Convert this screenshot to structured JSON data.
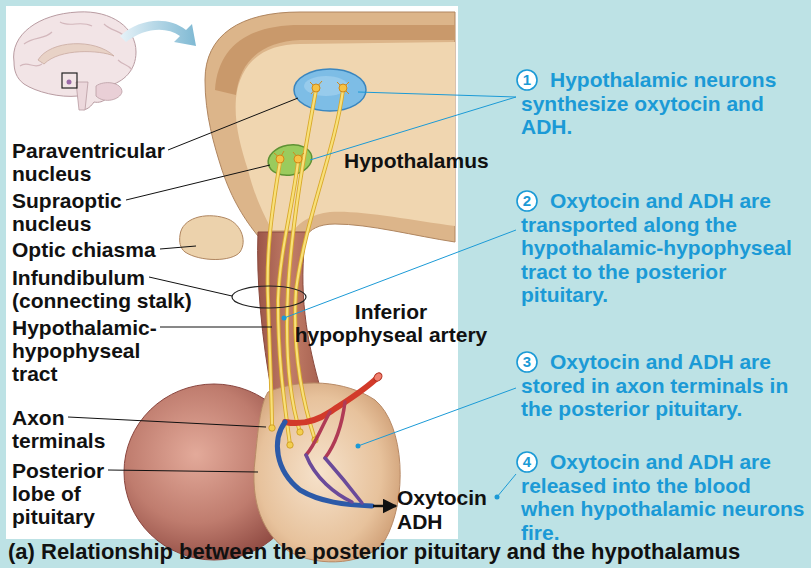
{
  "diagram": {
    "caption": "(a) Relationship between the posterior pituitary and the hypothalamus",
    "nodes": [
      {
        "text": [
          "1",
          "Hypothalamic neurons synthesize oxytocin and ADH."
        ]
      },
      {
        "text": [
          "2",
          "Oxytocin and ADH are transported along the hypothalamic-hypophyseal tract to the posterior pituitary."
        ]
      },
      {
        "text": [
          "3",
          "Oxytocin and ADH are stored in axon terminals in the posterior pituitary."
        ]
      },
      {
        "text": [
          "4",
          "Oxytocin and ADH are released into the blood when hypothalamic neurons fire."
        ]
      }
    ],
    "labels": [
      "Paraventricular nucleus",
      "Supraoptic nucleus",
      "Hypothalamus",
      "Optic chiasma",
      "Infundibulum (connecting stalk)",
      "Hypothalamic-hypophyseal tract",
      "Inferior hypophyseal artery",
      "Axon terminals",
      "Posterior lobe of pituitary",
      "Oxytocin",
      "ADH"
    ]
  }
}
